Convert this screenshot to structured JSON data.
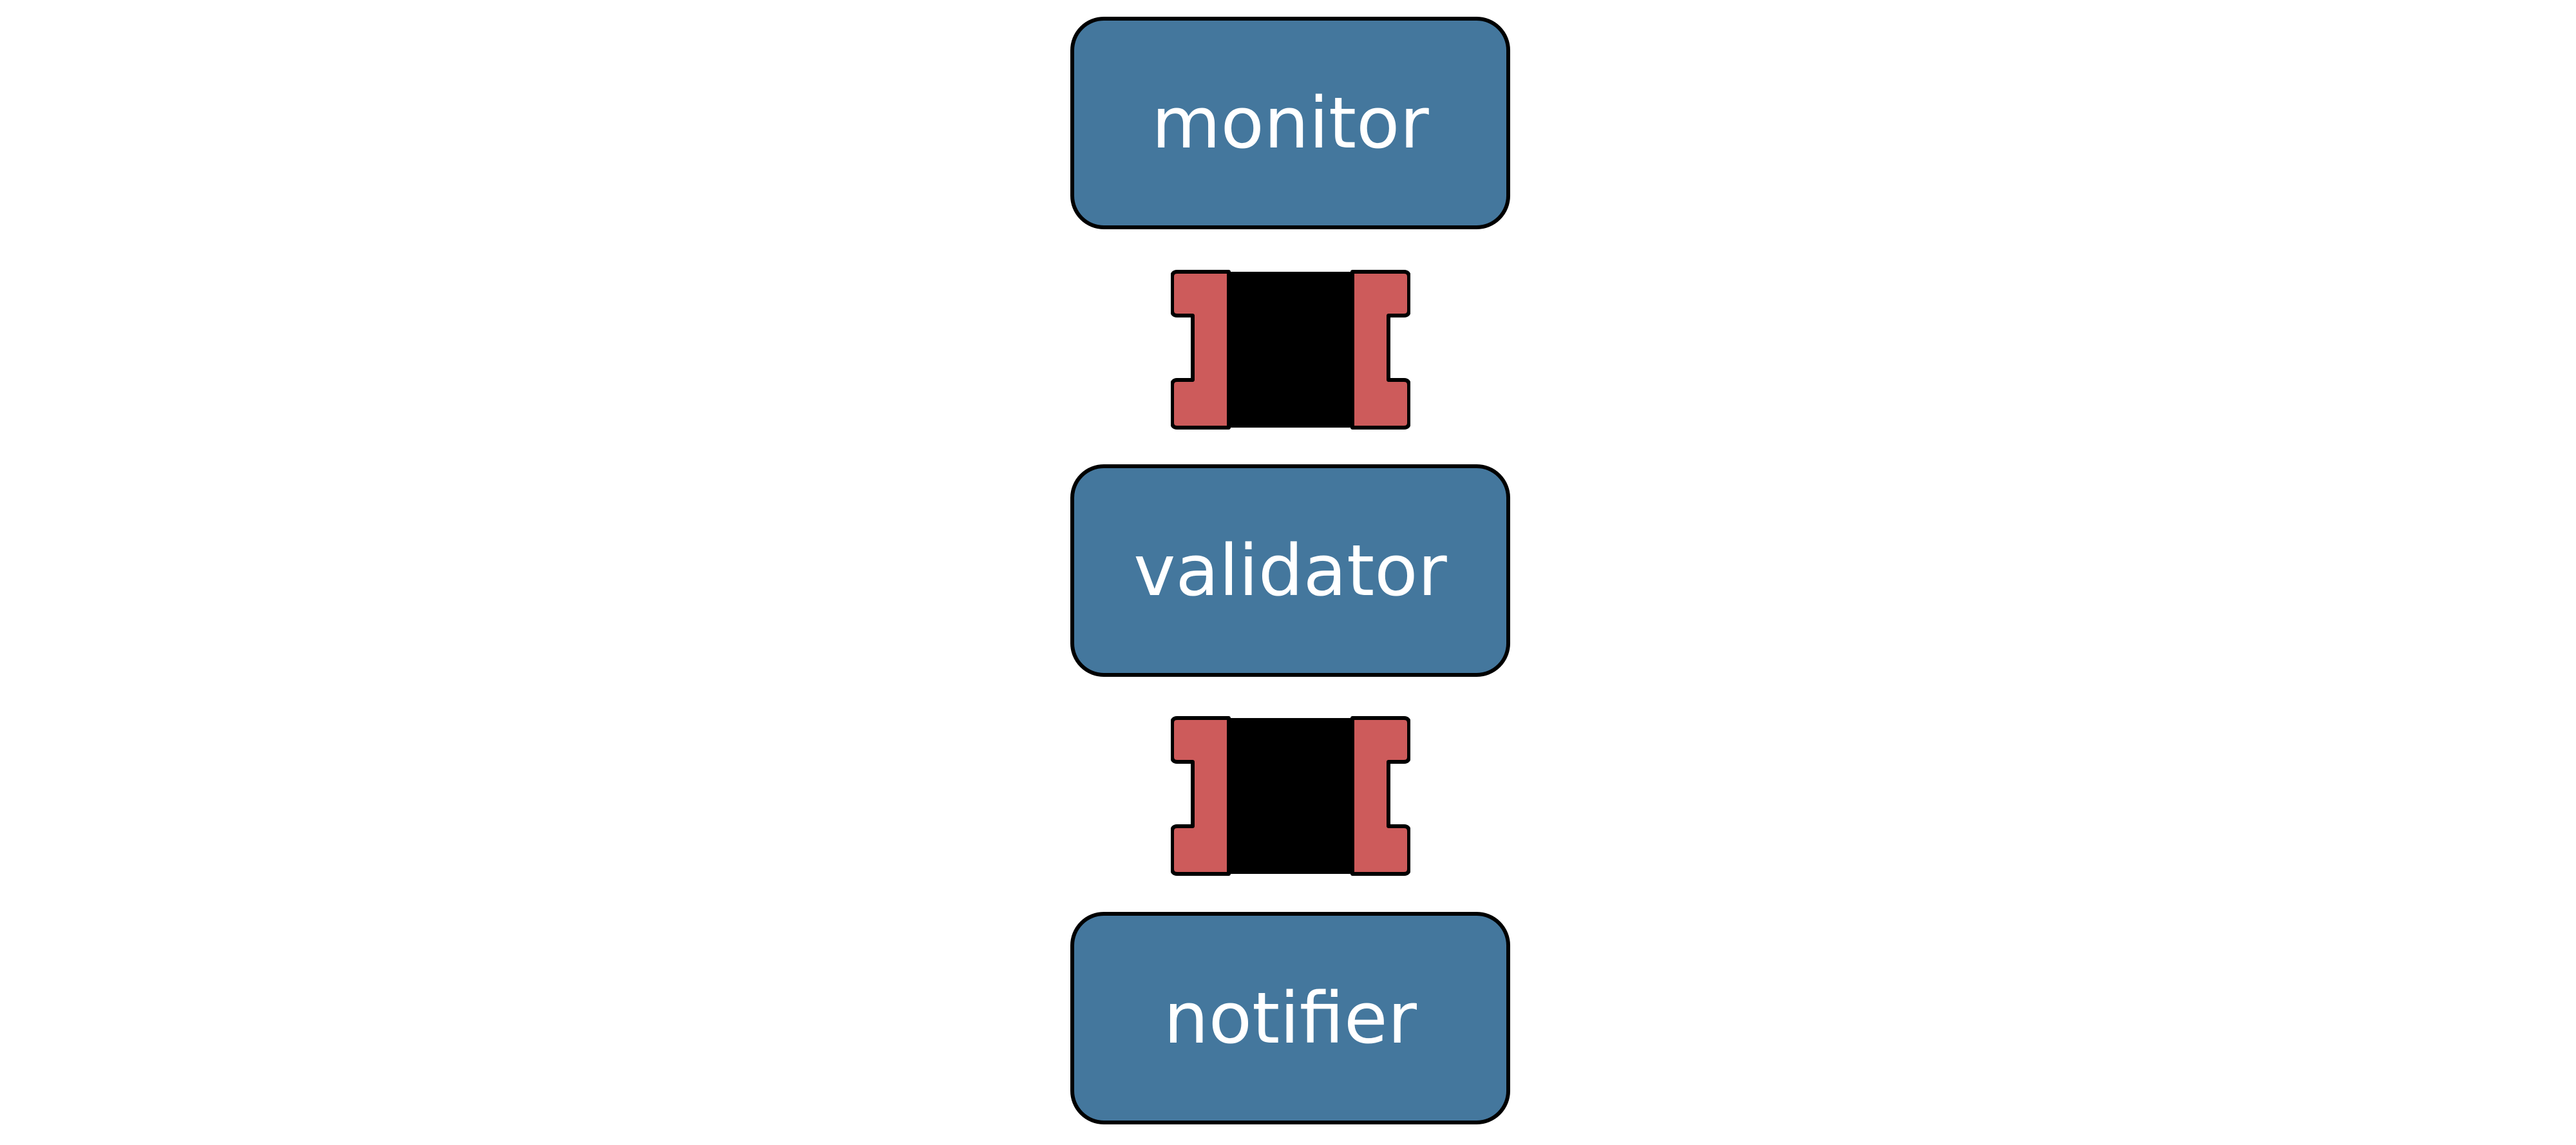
{
  "diagram": {
    "nodes": [
      {
        "id": "monitor",
        "label": "monitor"
      },
      {
        "id": "validator",
        "label": "validator"
      },
      {
        "id": "notifier",
        "label": "notifier"
      }
    ],
    "connectors": [
      {
        "from": "monitor",
        "to": "validator"
      },
      {
        "from": "validator",
        "to": "notifier"
      }
    ]
  },
  "colors": {
    "node_fill": "#44779d",
    "node_text": "#ffffff",
    "outline": "#000000",
    "connector_side": "#cd5b5b",
    "connector_core": "#000000"
  }
}
